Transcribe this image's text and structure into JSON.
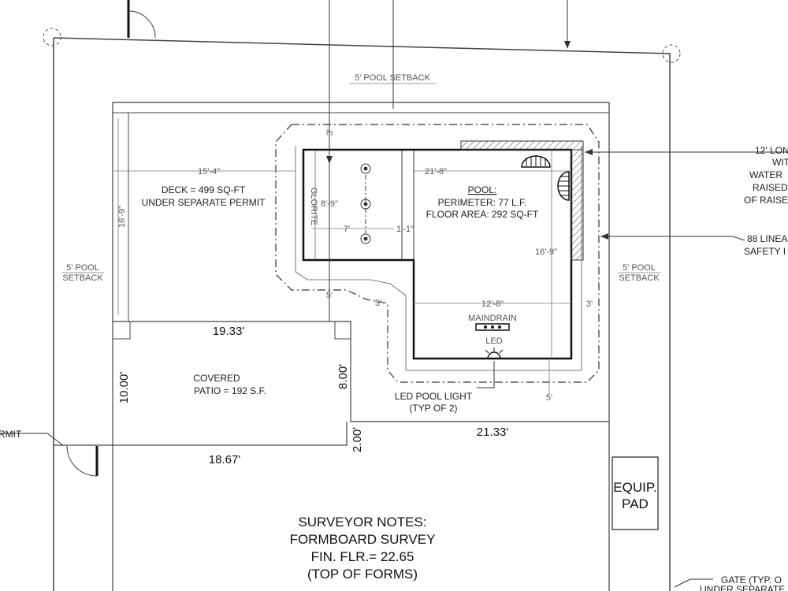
{
  "setback_top": "5' POOL SETBACK",
  "setback_left_1": "5' POOL",
  "setback_left_2": "SETBACK",
  "setback_right_1": "5' POOL",
  "setback_right_2": "SETBACK",
  "deck": {
    "line1": "DECK = 499 SQ-FT",
    "line2": "UNDER SEPARATE PERMIT",
    "dim_width": "15'-4\"",
    "dim_height": "16'-9\""
  },
  "pool": {
    "title": "POOL:",
    "perimeter": "PERIMETER: 77 L.F.",
    "floor_area": "FLOOR AREA: 292 SQ-FT",
    "dim_top": "21'-8\"",
    "dim_right": "16'-9\"",
    "dim_bottom": "12'-8\"",
    "dim_left_height": "8'-9\"",
    "dim_step": "7'",
    "dim_bench": "1'-1\"",
    "dim_gap_top": "3'",
    "dim_gap_left": "5'",
    "dim_gap_bottom": "5'",
    "dim_gap_right": "3'",
    "dim_gap_lower": "5'",
    "glorite": "GLORITE",
    "maindrain": "MAINDRAIN",
    "led": "LED"
  },
  "led_light": {
    "line1": "LED POOL LIGHT",
    "line2": "(TYP OF 2)"
  },
  "patio": {
    "line1": "COVERED",
    "line2": "PATIO = 192 S.F.",
    "dim_top": "19.33'",
    "dim_left": "10.00'",
    "dim_right": "8.00'",
    "dim_bottom": "18.67'",
    "dim_step": "2.00'",
    "dim_house": "21.33'"
  },
  "equip_pad": {
    "line1": "EQUIP.",
    "line2": "PAD"
  },
  "surveyor": {
    "line1": "SURVEYOR NOTES:",
    "line2": "FORMBOARD SURVEY",
    "line3": "FIN. FLR.= 22.65",
    "line4": "(TOP OF FORMS)"
  },
  "callouts": {
    "waterfall_1": "12' LON",
    "waterfall_2": "WIT",
    "waterfall_3": "WATER",
    "waterfall_4": "RAISED",
    "waterfall_5": "OF RAISE",
    "safety_1": "88 LINEA",
    "safety_2": "SAFETY I",
    "permit_left": "RMIT",
    "gate_1": "GATE (TYP. O",
    "gate_2": "UNDER SEPARATE"
  }
}
